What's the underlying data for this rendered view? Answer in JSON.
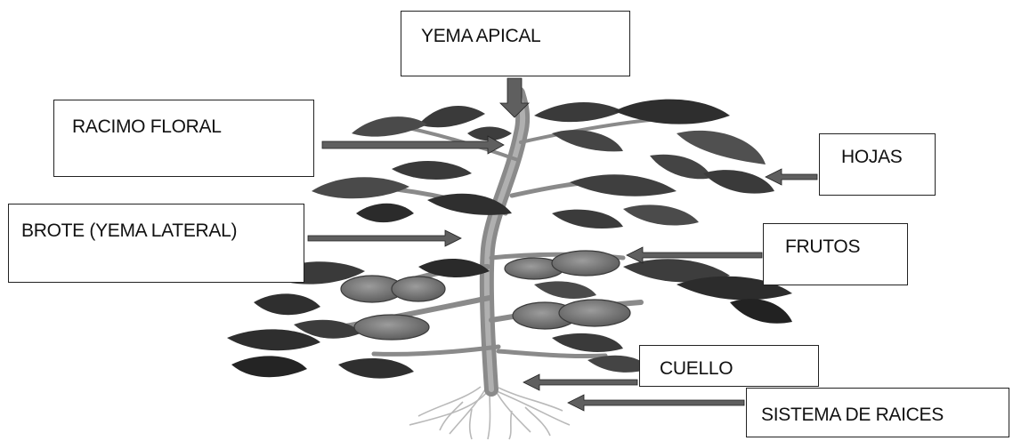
{
  "labels": {
    "yema_apical": "YEMA APICAL",
    "racimo_floral": "RACIMO FLORAL",
    "hojas": "HOJAS",
    "brote": "BROTE (YEMA LATERAL)",
    "frutos": "FRUTOS",
    "cuello": "CUELLO",
    "sistema_raices": "SISTEMA DE RAICES"
  },
  "colors": {
    "arrow": "#5f5f5f",
    "leaf_dark": "#2f2f2f",
    "leaf_mid": "#555555",
    "fruit": "#7a7a7a",
    "stem": "#8d8d8d",
    "root": "#b8b8b8"
  }
}
